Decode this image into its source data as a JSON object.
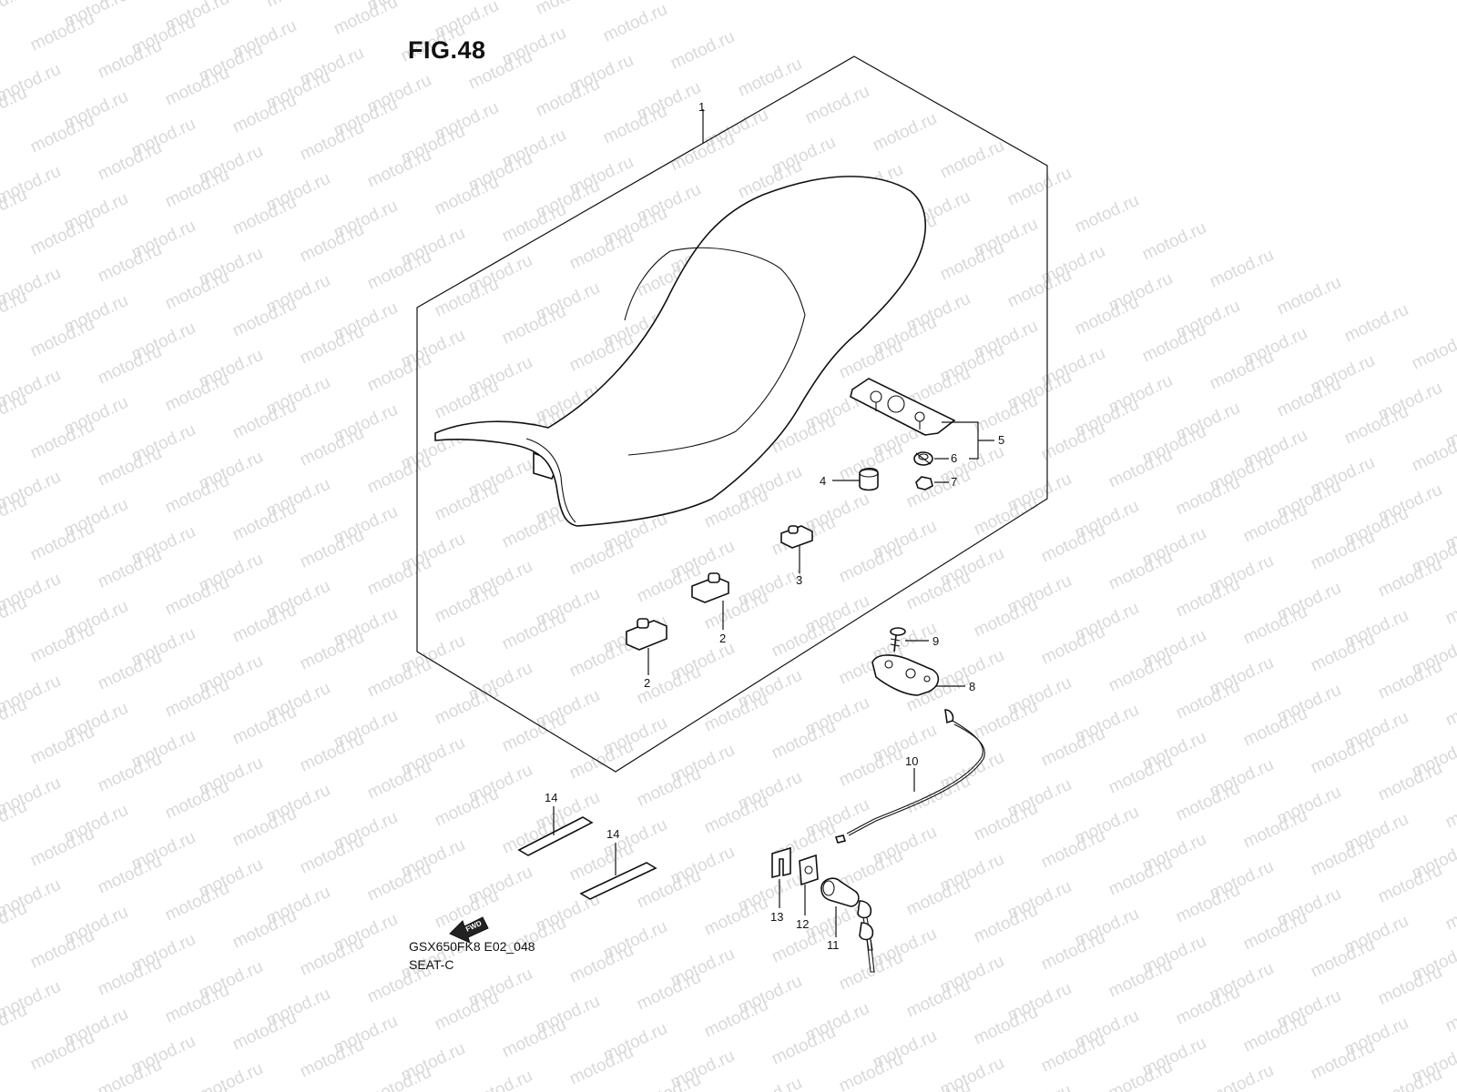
{
  "figure": {
    "title": "FIG.48",
    "code": "GSX650FK8 E02_048",
    "name": "SEAT-C"
  },
  "watermark": "motod.ru",
  "fwd_label": "FWD",
  "callouts": {
    "c1": "1",
    "c2a": "2",
    "c2b": "2",
    "c3": "3",
    "c4": "4",
    "c5": "5",
    "c6": "6",
    "c7": "7",
    "c8": "8",
    "c9": "9",
    "c10": "10",
    "c11": "11",
    "c12": "12",
    "c13": "13",
    "c14a": "14",
    "c14b": "14"
  }
}
